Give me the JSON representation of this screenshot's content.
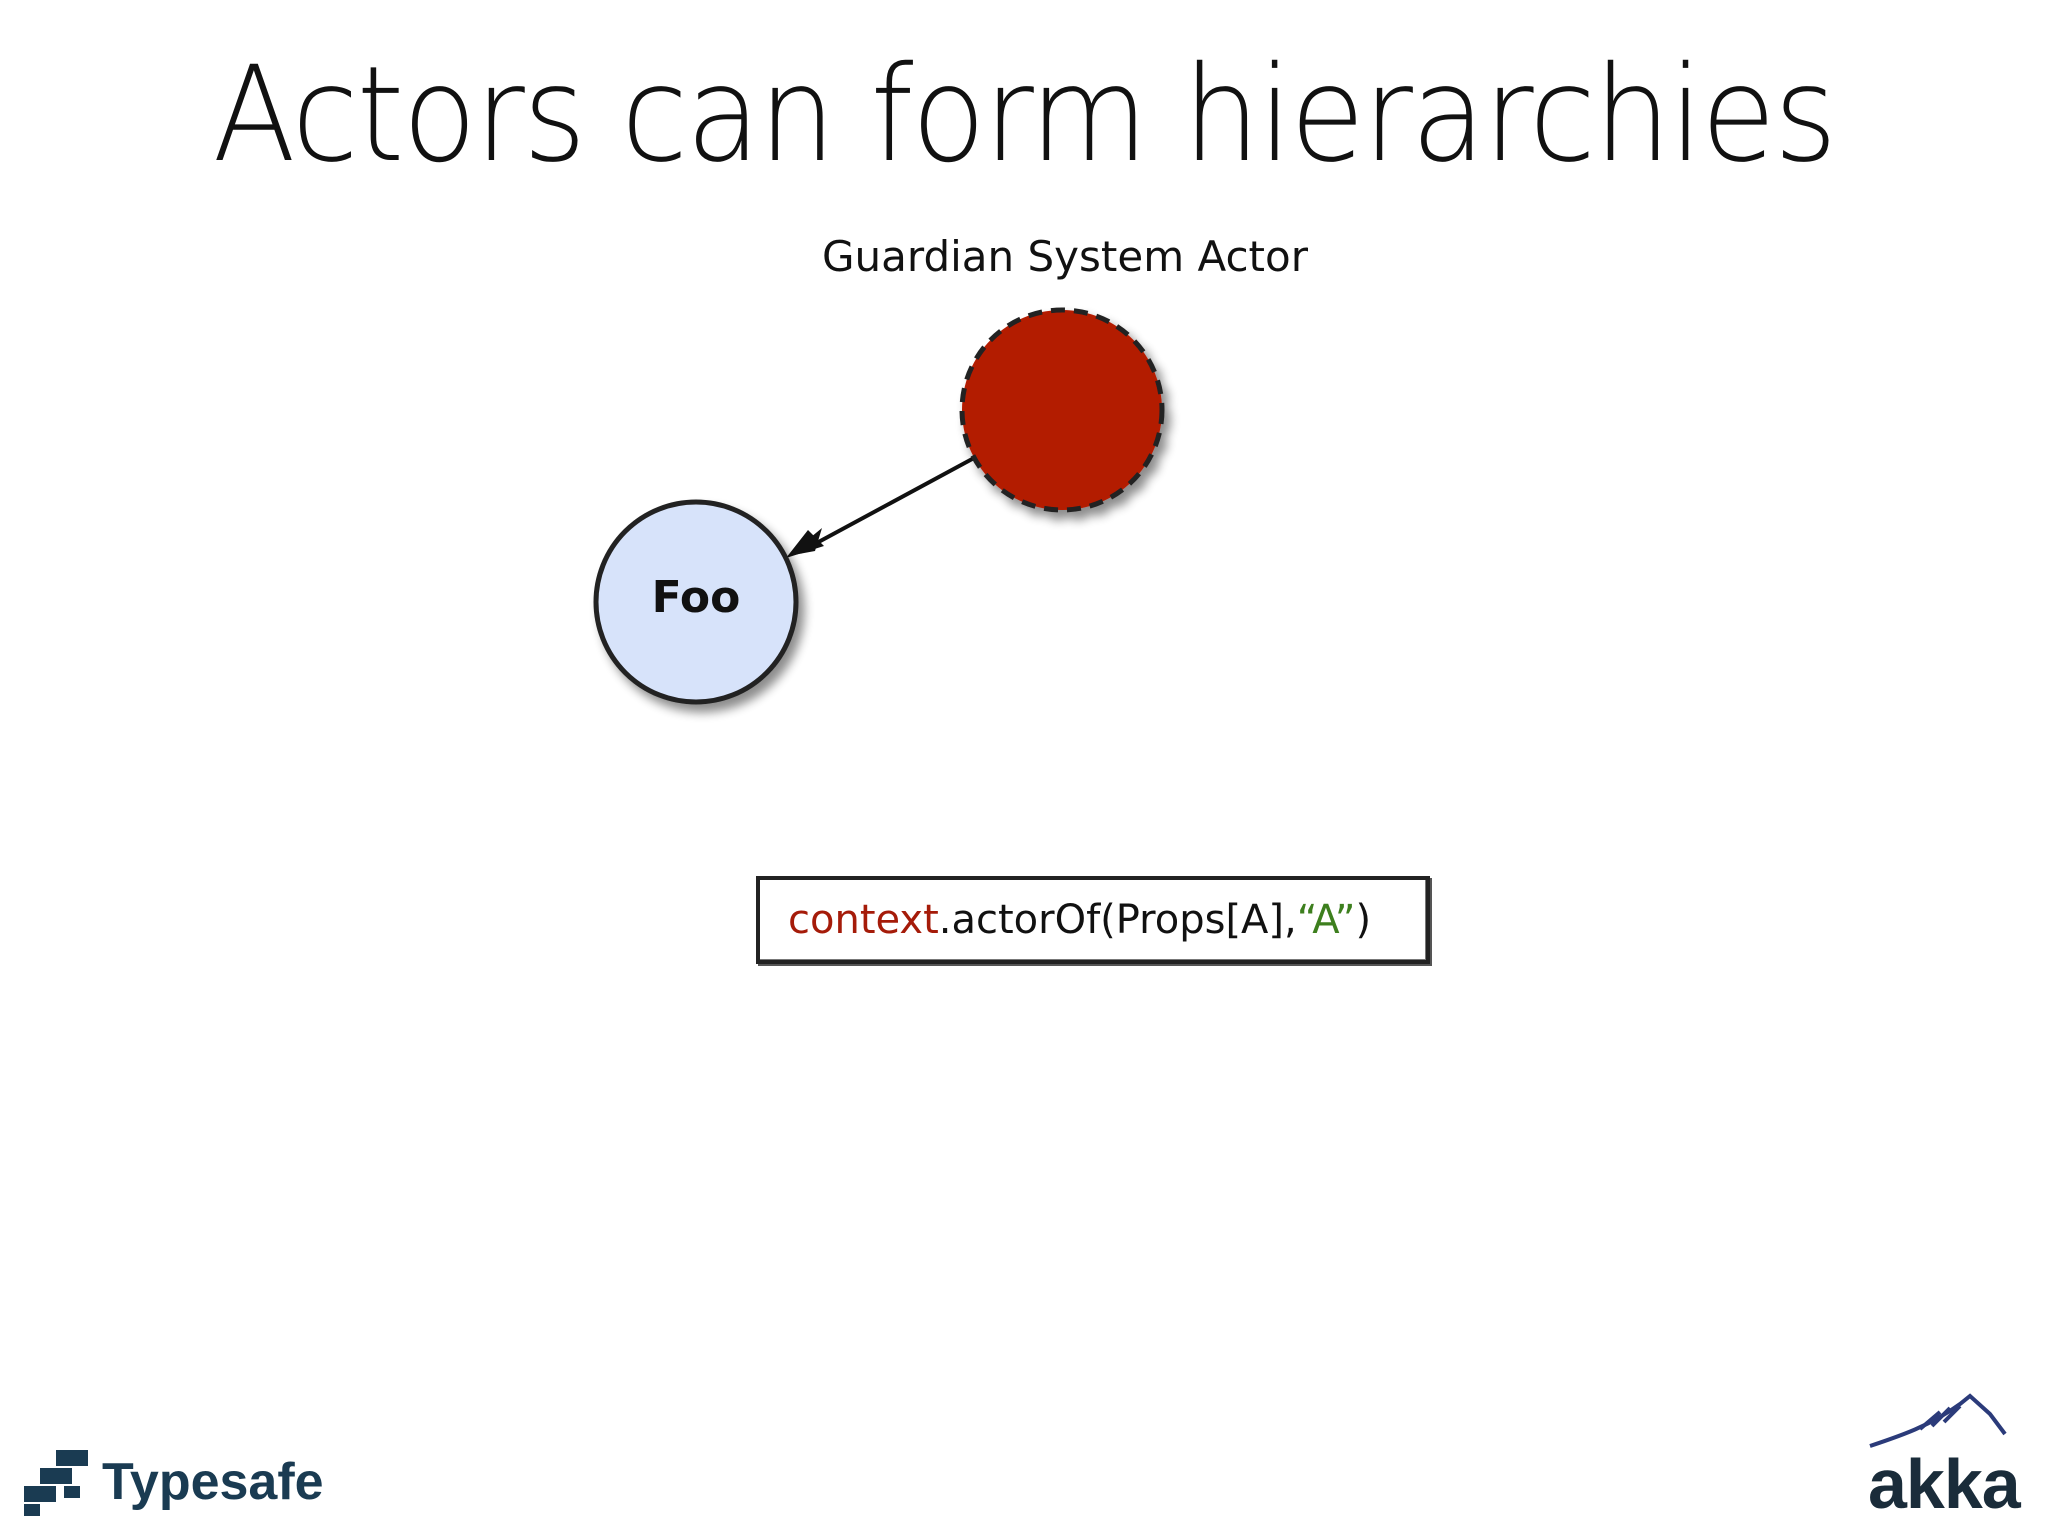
{
  "slide": {
    "title": "Actors can form hierarchies",
    "guardian_label": "Guardian System Actor",
    "foo_label": "Foo",
    "code": {
      "keyword": "context",
      "middle": ".actorOf(Props[A],",
      "string": "“A”",
      "end": ")"
    }
  },
  "logos": {
    "typesafe": "Typesafe",
    "akka": "akka"
  },
  "colors": {
    "guardian_fill": "#b31a03",
    "foo_fill": "#d7e3fa",
    "keyword": "#a51b09",
    "string": "#3d7f1e",
    "typesafe_brand": "#1a3b52",
    "akka_mountain": "#2b3b7a"
  }
}
